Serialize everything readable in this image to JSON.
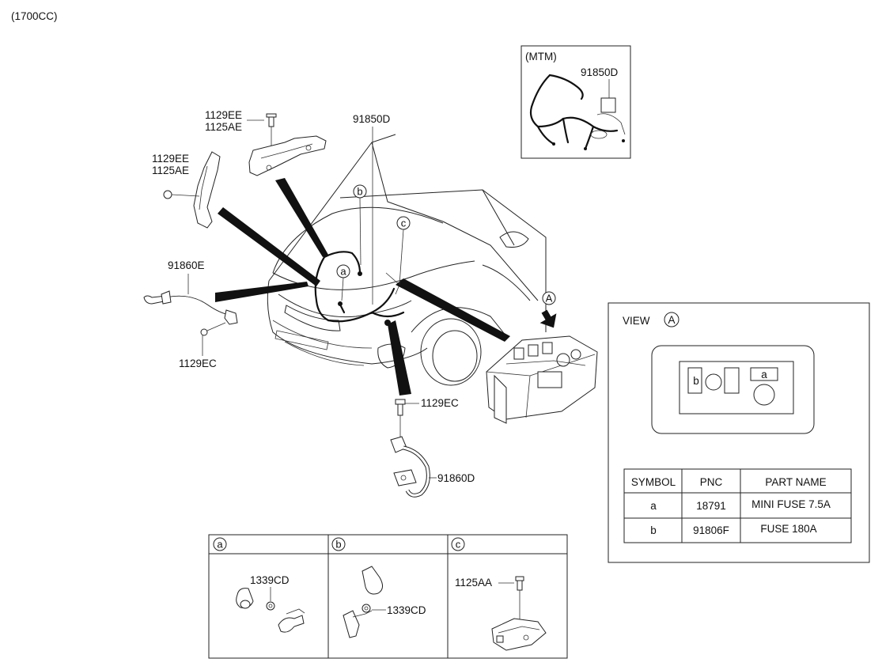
{
  "header": {
    "engine": "(1700CC)"
  },
  "labels": {
    "p1129ee_top": "1129EE",
    "p1125ae_top": "1125AE",
    "p1129ee_left": "1129EE",
    "p1125ae_left": "1125AE",
    "p91850d_main": "91850D",
    "p91860e": "91860E",
    "p1129ec_left": "1129EC",
    "p1129ec_mid": "1129EC",
    "p91860d": "91860D",
    "callout_a": "a",
    "callout_b": "b",
    "callout_c": "c",
    "callout_A": "A"
  },
  "mtm_inset": {
    "title": "(MTM)",
    "part": "91850D"
  },
  "view_panel": {
    "title": "VIEW",
    "marker": "A",
    "fuse_b": "b",
    "fuse_a": "a",
    "table": {
      "headers": [
        "SYMBOL",
        "PNC",
        "PART NAME"
      ],
      "rows": [
        [
          "a",
          "18791",
          "MINI FUSE 7.5A"
        ],
        [
          "b",
          "91806F",
          "FUSE 180A"
        ]
      ]
    }
  },
  "detail_boxes": [
    {
      "marker": "a",
      "parts": [
        "1339CD"
      ]
    },
    {
      "marker": "b",
      "parts": [
        "1339CD"
      ]
    },
    {
      "marker": "c",
      "parts": [
        "1125AA"
      ]
    }
  ]
}
